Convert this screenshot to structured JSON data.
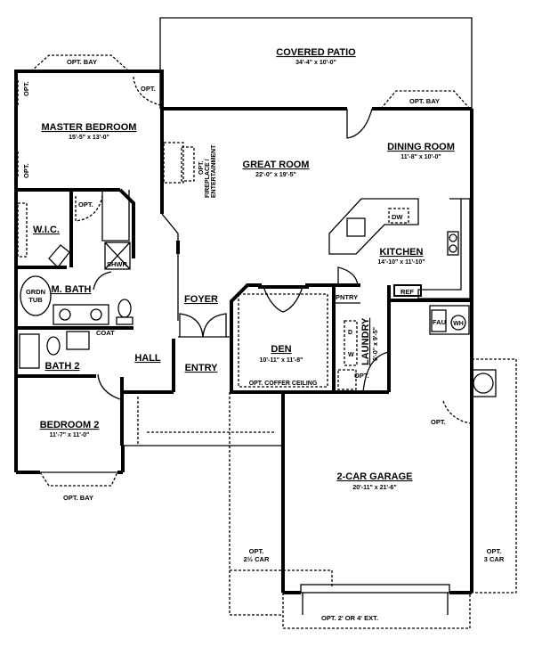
{
  "rooms": {
    "patio": {
      "name": "COVERED PATIO",
      "size": "34'-4\" x 10'-0\""
    },
    "master": {
      "name": "MASTER BEDROOM",
      "size": "15'-5\" x 13'-0\""
    },
    "great": {
      "name": "GREAT ROOM",
      "size": "22'-0\" x 19'-5\""
    },
    "dining": {
      "name": "DINING ROOM",
      "size": "11'-8\" x 10'-0\""
    },
    "kitchen": {
      "name": "KITCHEN",
      "size": "14'-10\" x 11'-10\""
    },
    "wic": {
      "name": "W.I.C."
    },
    "mbath": {
      "name": "M. BATH"
    },
    "bath2": {
      "name": "BATH 2"
    },
    "hall": {
      "name": "HALL"
    },
    "foyer": {
      "name": "FOYER"
    },
    "entry": {
      "name": "ENTRY"
    },
    "den": {
      "name": "DEN",
      "size": "10'-11\" x 11'-8\""
    },
    "laundry": {
      "name": "LAUNDRY",
      "size": "6'-0\" x 9'-5\""
    },
    "bedroom2": {
      "name": "BEDROOM 2",
      "size": "11'-7\" x 11'-0\""
    },
    "garage": {
      "name": "2-CAR GARAGE",
      "size": "20'-11\" x 21'-6\""
    }
  },
  "labels": {
    "opt": "OPT.",
    "opt_bay": "OPT. BAY",
    "fireplace_1": "OPT.",
    "fireplace_2": "FIREPLACE /",
    "fireplace_3": "ENTERTAINMENT",
    "dw": "DW",
    "ref": "REF",
    "pntry": "PNTRY",
    "shwr": "SHWR",
    "grdn_1": "GRDN",
    "grdn_2": "TUB",
    "coat": "COAT",
    "w": "W",
    "d": "D",
    "fau": "FAU",
    "wh": "WH",
    "coffer": "OPT. COFFER CEILING",
    "car25_1": "OPT.",
    "car25_2": "2½ CAR",
    "car3_1": "OPT.",
    "car3_2": "3 CAR",
    "ext": "OPT. 2' OR 4' EXT."
  }
}
